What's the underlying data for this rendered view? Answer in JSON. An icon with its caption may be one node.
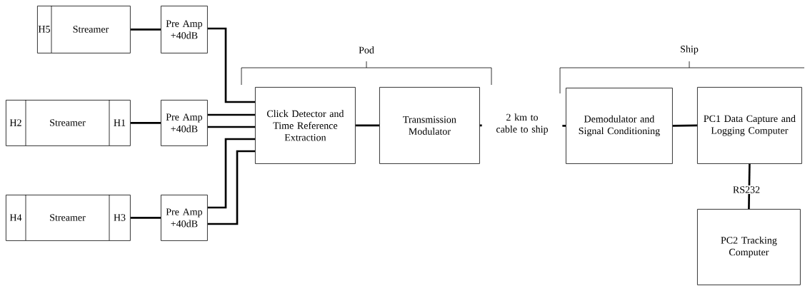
{
  "diagram": {
    "nodes": [
      {
        "text": [
          "H5",
          "Streamer"
        ]
      },
      {
        "text": [
          "Pre Amp +40dB"
        ]
      },
      {
        "text": [
          "H2",
          "Streamer",
          "H1"
        ]
      },
      {
        "text": [
          "Pre Amp +40dB"
        ]
      },
      {
        "text": [
          "H4",
          "Streamer",
          "H3"
        ]
      },
      {
        "text": [
          "Pre Amp +40dB"
        ]
      },
      {
        "text": [
          "Click Detector and Time Reference Extraction"
        ]
      },
      {
        "text": [
          "Transmission Modulator"
        ]
      },
      {
        "text": [
          "Demodulator and Signal Conditioning"
        ]
      },
      {
        "text": [
          "PC1 Data Capture and Logging Computer"
        ]
      },
      {
        "text": [
          "PC2 Tracking Computer"
        ]
      }
    ],
    "edges": [
      {
        "from": 0,
        "to": 1,
        "arrow": "none"
      },
      {
        "from": 1,
        "to": 6,
        "arrow": "none"
      },
      {
        "from": 2,
        "to": 3,
        "arrow": "none"
      },
      {
        "from": 3,
        "to": 6,
        "arrow": "none"
      },
      {
        "from": 3,
        "to": 6,
        "arrow": "none"
      },
      {
        "from": 4,
        "to": 5,
        "arrow": "none"
      },
      {
        "from": 5,
        "to": 6,
        "arrow": "none"
      },
      {
        "from": 5,
        "to": 6,
        "arrow": "none"
      },
      {
        "from": 6,
        "to": 7,
        "arrow": "none"
      },
      {
        "from": 7,
        "to": 8,
        "arrow": "none",
        "label": "2 km to cable to ship"
      },
      {
        "from": 8,
        "to": 9,
        "arrow": "none"
      },
      {
        "from": 9,
        "to": 10,
        "arrow": "none",
        "label": "RS232"
      }
    ],
    "labels": [
      "Pod",
      "Ship"
    ]
  }
}
